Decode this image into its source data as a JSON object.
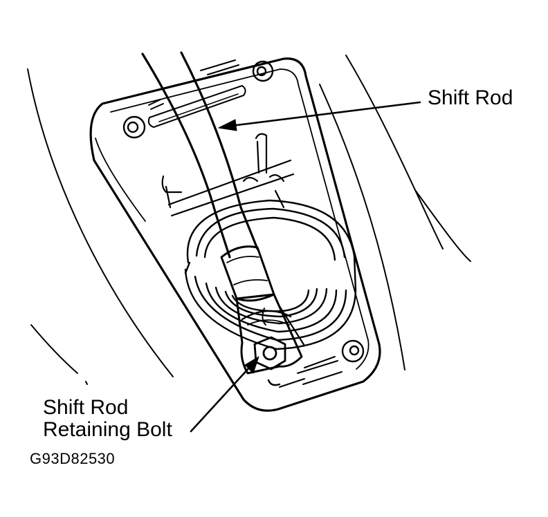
{
  "callouts": {
    "shift_rod": "Shift Rod",
    "retaining_bolt_line1": "Shift Rod",
    "retaining_bolt_line2": "Retaining Bolt"
  },
  "figure_code": "G93D82530",
  "colors": {
    "ink": "#000000",
    "paper": "#ffffff"
  }
}
